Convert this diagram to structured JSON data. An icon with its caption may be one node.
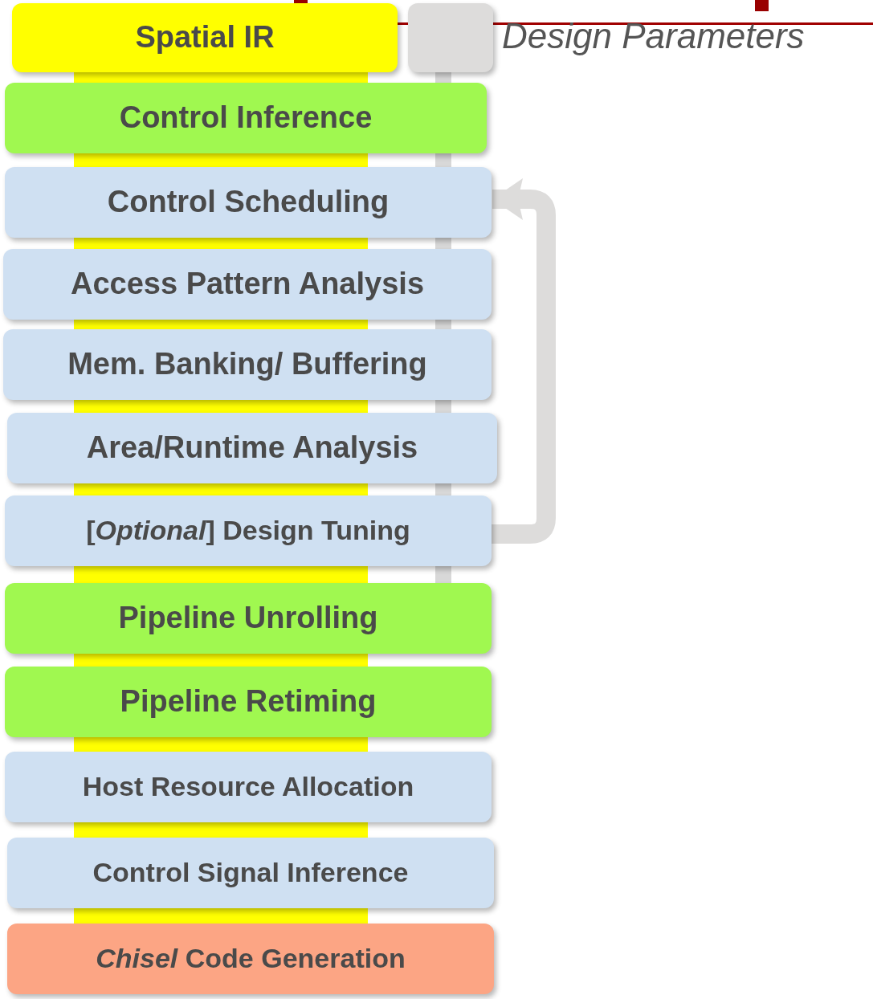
{
  "diagram": {
    "nodes": [
      {
        "text": [
          "Spatial IR"
        ]
      },
      {
        "text": [],
        "shape": "box",
        "beside": [
          "Design Parameters"
        ]
      },
      {
        "text": [
          "Control Inference"
        ]
      },
      {
        "text": [
          "Control Scheduling"
        ]
      },
      {
        "text": [
          "Access Pattern Analysis"
        ]
      },
      {
        "text": [
          "Mem. Banking/ Buffering"
        ]
      },
      {
        "text": [
          "Area/Runtime Analysis"
        ]
      },
      {
        "text": [
          "[*Optional*] Design Tuning"
        ]
      },
      {
        "text": [
          "Pipeline Unrolling"
        ]
      },
      {
        "text": [
          "Pipeline Retiming"
        ]
      },
      {
        "text": [
          "Host Resource Allocation"
        ]
      },
      {
        "text": [
          "Control Signal Inference"
        ]
      },
      {
        "text": [
          "*Chisel* Code Generation"
        ]
      }
    ],
    "edges": [
      {
        "from": 7,
        "to": 3,
        "arrow": "to"
      }
    ]
  }
}
